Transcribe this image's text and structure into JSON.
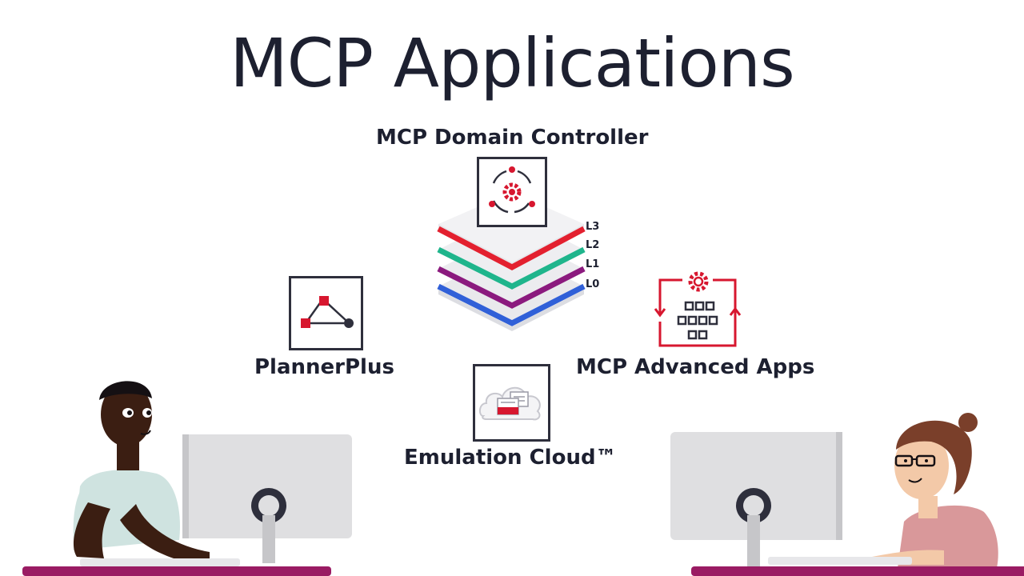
{
  "title": "MCP Applications",
  "domain_controller": {
    "label": "MCP Domain Controller",
    "icon": "gear-cycle-icon",
    "layers": [
      "L3",
      "L2",
      "L1",
      "L0"
    ],
    "layer_colors": [
      "#e3202f",
      "#1fb58c",
      "#8b1a7e",
      "#3060d8"
    ]
  },
  "planner_plus": {
    "label": "PlannerPlus",
    "icon": "graph-nodes-icon"
  },
  "advanced_apps": {
    "label": "MCP Advanced Apps",
    "icon": "gear-grid-cycle-icon"
  },
  "emulation_cloud": {
    "label": "Emulation Cloud™",
    "icon": "cloud-windows-icon"
  },
  "colors": {
    "accent": "#d7172f",
    "ink": "#1d2030"
  }
}
